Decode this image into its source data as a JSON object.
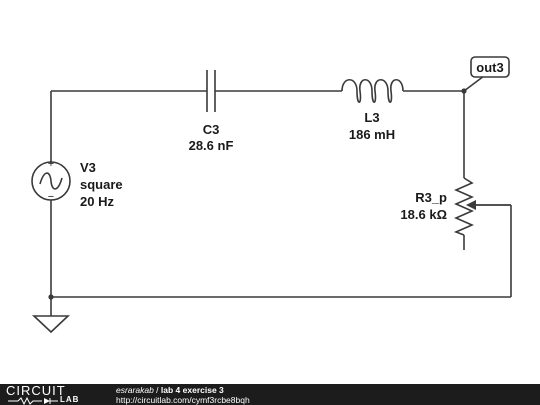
{
  "colors": {
    "wire": "#3a3a3a",
    "background": "#ffffff",
    "footer": "#1c1c1c"
  },
  "circuit": {
    "source": {
      "name": "V3",
      "type": "square",
      "freq": "20 Hz"
    },
    "capacitor": {
      "name": "C3",
      "value": "28.6 nF"
    },
    "inductor": {
      "name": "L3",
      "value": "186 mH"
    },
    "potentiometer": {
      "name": "R3_p",
      "value": "18.6 kΩ"
    },
    "output_label": "out3",
    "ground": "ground-symbol"
  },
  "footer": {
    "logo_word": "CIRCUIT",
    "logo_sub": "LAB",
    "author": "esrarakab",
    "separator": " / ",
    "title": "lab 4 exercise 3",
    "url": "http://circuitlab.com/cymf3rcbe8bqh"
  }
}
